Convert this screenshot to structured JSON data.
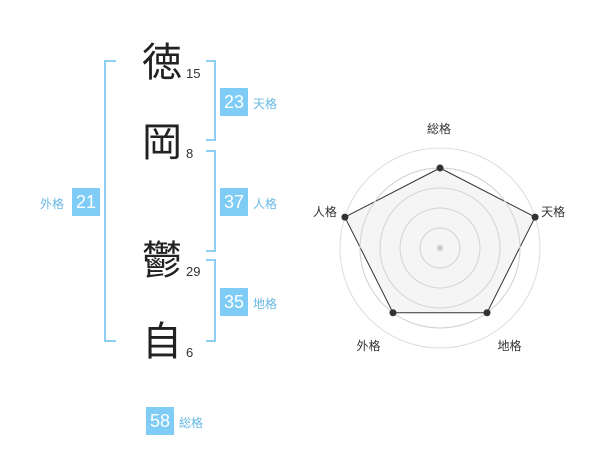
{
  "characters": [
    {
      "char": "徳",
      "strokes": "15"
    },
    {
      "char": "岡",
      "strokes": "8"
    },
    {
      "char": "鬱",
      "strokes": "29"
    },
    {
      "char": "自",
      "strokes": "6"
    }
  ],
  "fortunes": {
    "tenkaku": {
      "label": "天格",
      "value": "23"
    },
    "jinkaku": {
      "label": "人格",
      "value": "37"
    },
    "chikaku": {
      "label": "地格",
      "value": "35"
    },
    "gaikaku": {
      "label": "外格",
      "value": "21"
    },
    "soukaku": {
      "label": "総格",
      "value": "58"
    }
  },
  "colors": {
    "accent": "#7fcdf6",
    "bracket": "#8ccff2",
    "label": "#67b8e3",
    "radar_fill": "#f2f2f2",
    "radar_line": "#333333"
  },
  "chart_data": {
    "type": "radar",
    "axes": [
      "総格",
      "天格",
      "地格",
      "外格",
      "人格"
    ],
    "values": [
      4,
      5,
      4,
      4,
      5
    ],
    "max": 5,
    "rings": 5
  }
}
